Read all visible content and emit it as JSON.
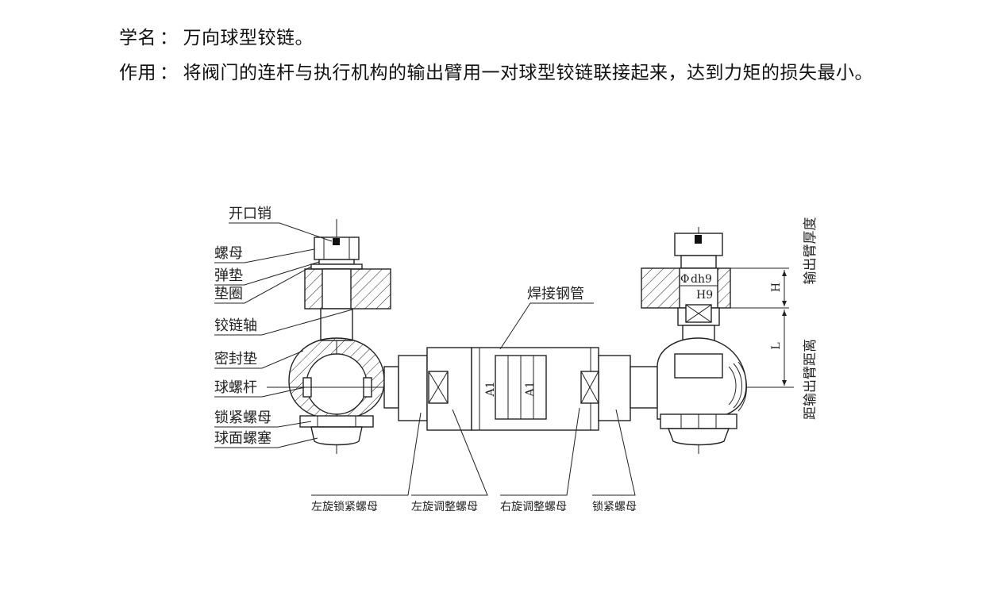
{
  "intro": {
    "name_label": "学名",
    "name_value": "万向球型铰链。",
    "use_label": "作用",
    "use_value": "将阀门的连杆与执行机构的输出臂用一对球型铰链联接起来，达到力矩的损失最小。",
    "separator": "："
  },
  "labels": {
    "cotter_pin": "开口销",
    "nut": "螺母",
    "spring_washer": "弹垫",
    "washer": "垫圈",
    "hinge_shaft": "铰链轴",
    "seal_gasket": "密封垫",
    "ball_screw": "球螺杆",
    "lock_nut": "锁紧螺母",
    "ball_plug": "球面螺塞",
    "welded_pipe": "焊接钢管",
    "left_lock_nut": "左旋锁紧螺母",
    "left_adjust_nut": "左旋调整螺母",
    "right_adjust_nut": "右旋调整螺母",
    "lock_nut_bottom": "锁紧螺母",
    "arm_thickness": "输出臂厚度",
    "arm_distance": "距输出臂距离"
  },
  "dims": {
    "phi": "Φ",
    "dh9": "dh9",
    "H9": "H9",
    "H": "H",
    "L": "L",
    "A1_left": "A1",
    "A1_right": "A1"
  }
}
